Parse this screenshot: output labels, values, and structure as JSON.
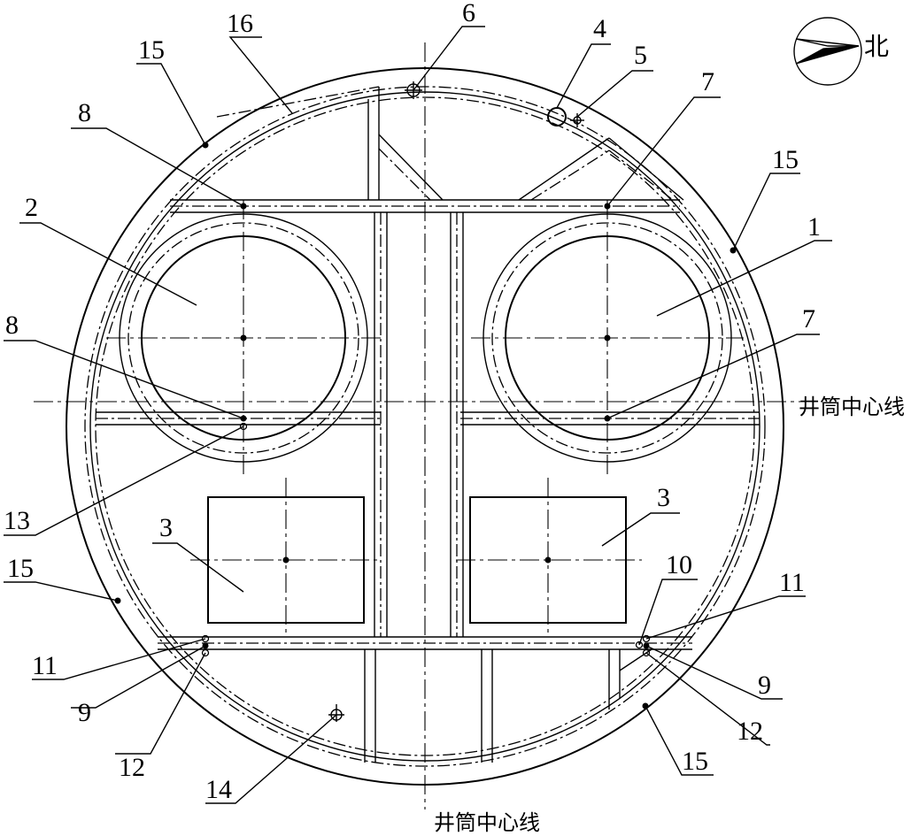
{
  "labels": {
    "l1": "1",
    "l2": "2",
    "l3a": "3",
    "l3b": "3",
    "l4": "4",
    "l5": "5",
    "l6": "6",
    "l7a": "7",
    "l7b": "7",
    "l8a": "8",
    "l8b": "8",
    "l9a": "9",
    "l9b": "9",
    "l10": "10",
    "l11a": "11",
    "l11b": "11",
    "l12a": "12",
    "l12b": "12",
    "l13": "13",
    "l14": "14",
    "l15a": "15",
    "l15b": "15",
    "l15c": "15",
    "l15d": "15",
    "l16": "16"
  },
  "north_label": "北",
  "centerline_h_label": "井筒中心线",
  "centerline_v_label": "井筒中心线"
}
